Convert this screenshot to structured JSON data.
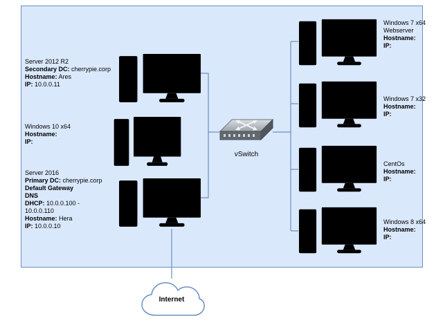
{
  "labels": {
    "switch": "vSwitch",
    "internet": "Internet"
  },
  "nodes": {
    "left": [
      {
        "name": "server-2012-r2",
        "lines": [
          {
            "b": "",
            "t": "Server 2012 R2"
          },
          {
            "b": "Secondary DC:",
            "t": " cherrypie.corp"
          },
          {
            "b": "Hostname:",
            "t": " Ares"
          },
          {
            "b": "IP:",
            "t": " 10.0.0.11"
          }
        ]
      },
      {
        "name": "windows-10-x64",
        "lines": [
          {
            "b": "",
            "t": "Windows 10 x64"
          },
          {
            "b": "Hostname:",
            "t": ""
          },
          {
            "b": "IP:",
            "t": ""
          }
        ]
      },
      {
        "name": "server-2016",
        "lines": [
          {
            "b": "",
            "t": "Server 2016"
          },
          {
            "b": "Primary DC:",
            "t": " cherrypie.corp"
          },
          {
            "b": "Default Gateway",
            "t": ""
          },
          {
            "b": "DNS",
            "t": ""
          },
          {
            "b": "DHCP:",
            "t": " 10.0.0.100 -"
          },
          {
            "b": "",
            "t": "10.0.0.110"
          },
          {
            "b": "Hostname:",
            "t": " Hera"
          },
          {
            "b": "IP:",
            "t": " 10.0.0.10"
          }
        ]
      }
    ],
    "right": [
      {
        "name": "windows-7-x64-webserver",
        "lines": [
          {
            "b": "",
            "t": "Windows 7 x64"
          },
          {
            "b": "",
            "t": "Webserver"
          },
          {
            "b": "Hostname:",
            "t": ""
          },
          {
            "b": "IP:",
            "t": ""
          }
        ]
      },
      {
        "name": "windows-7-x32",
        "lines": [
          {
            "b": "",
            "t": "Windows 7 x32"
          },
          {
            "b": "Hostname:",
            "t": ""
          },
          {
            "b": "IP:",
            "t": ""
          }
        ]
      },
      {
        "name": "centos",
        "lines": [
          {
            "b": "",
            "t": "CentOs"
          },
          {
            "b": "Hostname:",
            "t": ""
          },
          {
            "b": "IP:",
            "t": ""
          }
        ]
      },
      {
        "name": "windows-8-x64",
        "lines": [
          {
            "b": "",
            "t": "Windows 8 x64"
          },
          {
            "b": "Hostname:",
            "t": ""
          },
          {
            "b": "IP:",
            "t": ""
          }
        ]
      }
    ]
  },
  "colors": {
    "lan_fill": "#dae8fc",
    "lan_border": "#6c8ebf",
    "wire": "#6c8ebf",
    "screen_dark": "#4d4d4d",
    "screen_light": "#d6d6d6",
    "faded": "#b5b5b5"
  }
}
